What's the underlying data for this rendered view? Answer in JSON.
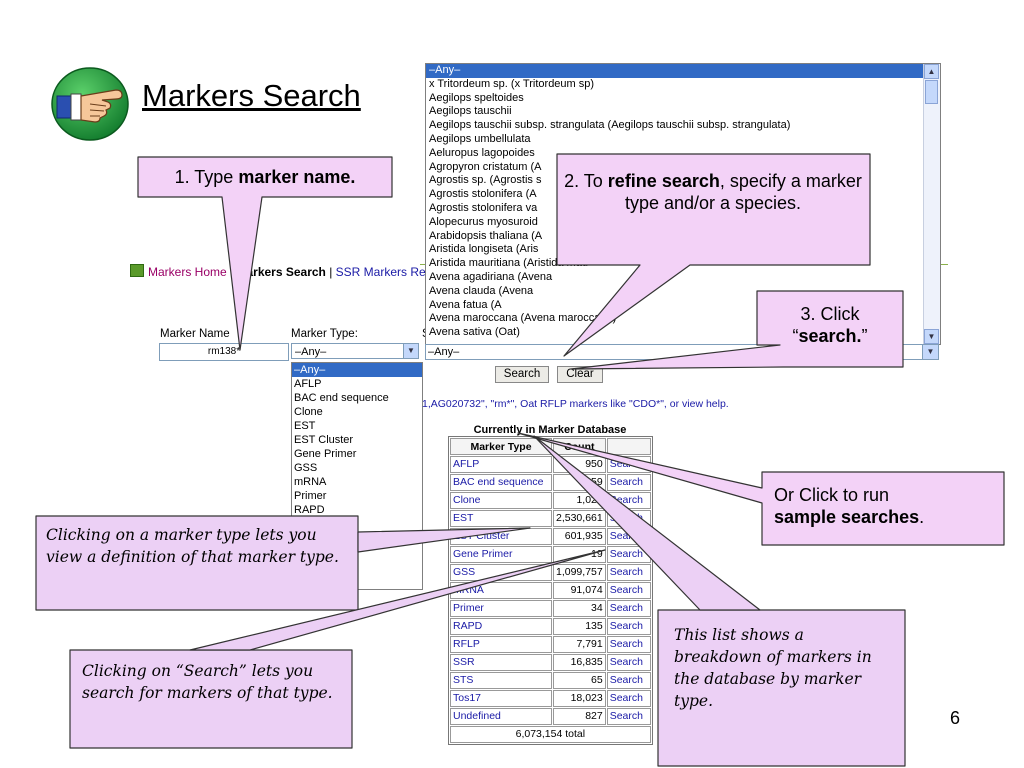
{
  "slide": {
    "title": "Markers Search",
    "page_number": "6"
  },
  "nav": {
    "home": "Markers Home",
    "sep1": " | ",
    "current": "Markers Search",
    "sep2": " | ",
    "resources": "SSR Markers Reso"
  },
  "form": {
    "marker_name_label": "Marker Name",
    "marker_name_value": "rm138*",
    "marker_type_label": "Marker Type:",
    "marker_type_selected": "–Any–",
    "species_label_fragment": "S",
    "species_selected": "–Any–",
    "search_label": "Search",
    "clear_label": "Clear",
    "examples_text": "1,AG020732\", \"rm*\", Oat RFLP markers like \"CDO*\", or view help."
  },
  "marker_types": [
    "–Any–",
    "AFLP",
    "BAC end sequence",
    "Clone",
    "EST",
    "EST Cluster",
    "Gene Primer",
    "GSS",
    "mRNA",
    "Primer",
    "RAPD"
  ],
  "species_options": [
    "–Any–",
    "x Tritordeum sp. (x Tritordeum sp)",
    "Aegilops speltoides",
    "Aegilops tauschii",
    "Aegilops tauschii subsp. strangulata (Aegilops tauschii subsp. strangulata)",
    "Aegilops umbellulata",
    "Aeluropus lagopoides",
    "Agropyron cristatum (A",
    "Agrostis sp. (Agrostis s",
    "Agrostis stolonifera (A",
    "Agrostis stolonifera va",
    "Alopecurus myosuroid",
    "Arabidopsis thaliana (A",
    "Aristida longiseta (Aris",
    "Aristida mauritiana (Aristida mau",
    "Avena agadiriana (Avena",
    "Avena clauda (Avena",
    "Avena fatua (A",
    "Avena maroccana (Avena maroccana)",
    "Avena sativa (Oat)"
  ],
  "db_table": {
    "caption": "Currently in Marker Database",
    "headers": [
      "Marker Type",
      "Count",
      ""
    ],
    "rows": [
      {
        "type": "AFLP",
        "count": "950",
        "action": "Search"
      },
      {
        "type": "BAC end sequence",
        "count": "959",
        "action": "Search"
      },
      {
        "type": "Clone",
        "count": "1,026",
        "action": "Search"
      },
      {
        "type": "EST",
        "count": "2,530,661",
        "action": "Search"
      },
      {
        "type": "EST Cluster",
        "count": "601,935",
        "action": "Search"
      },
      {
        "type": "Gene Primer",
        "count": "19",
        "action": "Search"
      },
      {
        "type": "GSS",
        "count": "1,099,757",
        "action": "Search"
      },
      {
        "type": "mRNA",
        "count": "91,074",
        "action": "Search"
      },
      {
        "type": "Primer",
        "count": "34",
        "action": "Search"
      },
      {
        "type": "RAPD",
        "count": "135",
        "action": "Search"
      },
      {
        "type": "RFLP",
        "count": "7,791",
        "action": "Search"
      },
      {
        "type": "SSR",
        "count": "16,835",
        "action": "Search"
      },
      {
        "type": "STS",
        "count": "65",
        "action": "Search"
      },
      {
        "type": "Tos17",
        "count": "18,023",
        "action": "Search"
      },
      {
        "type": "Undefined",
        "count": "827",
        "action": "Search"
      }
    ],
    "total": "6,073,154 total"
  },
  "callouts": {
    "c1_pre": "1. Type ",
    "c1_bold": "marker name.",
    "c2_pre": "2. To ",
    "c2_bold": "refine search",
    "c2_post": ", specify a marker type and/or a species.",
    "c3_line1": "3. Click",
    "c3_quote_open": "“",
    "c3_bold": "search.",
    "c3_quote_close": "”",
    "c4_line1": "Or Click to run",
    "c4_bold": "sample searches",
    "c4_post": ".",
    "c5": "Clicking on a marker type lets you view a definition of that marker type.",
    "c6": "Clicking on “Search” lets you search for markers of that type.",
    "c7": "This list shows a breakdown of markers in the database by marker type."
  },
  "colors": {
    "callout_fill": "#f3d2f7",
    "callout_fill_hand": "#ecd0f5",
    "link_blue": "#1a1aa6",
    "select_highlight": "#316ac5"
  }
}
